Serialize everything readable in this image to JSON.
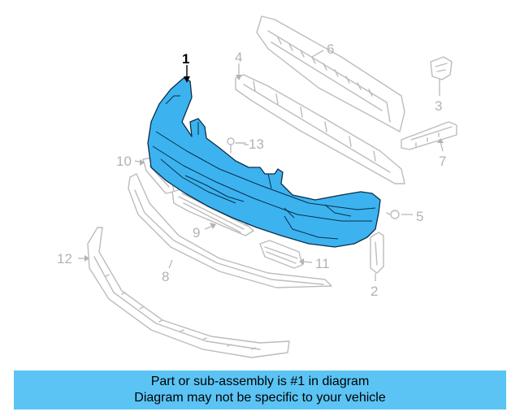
{
  "callouts": {
    "c1": "1",
    "c2": "2",
    "c3": "3",
    "c4": "4",
    "c5": "5",
    "c6": "6",
    "c7": "7",
    "c8": "8",
    "c9": "9",
    "c10": "10",
    "c11": "11",
    "c12": "12",
    "c13": "13"
  },
  "highlight_color": "#3cb3ef",
  "banner": {
    "line1": "Part or sub-assembly is #1 in diagram",
    "line2": "Diagram may not be specific to your vehicle",
    "color": "#5bc4f5"
  }
}
